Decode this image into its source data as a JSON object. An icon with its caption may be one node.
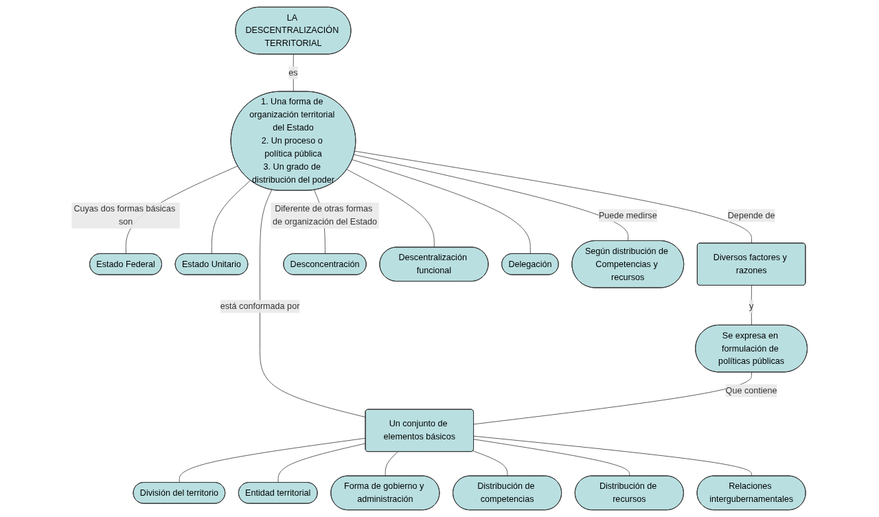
{
  "diagram": {
    "nodes": [
      {
        "text": [
          "LA DESCENTRALIZACIÓN TERRITORIAL"
        ]
      },
      {
        "text": [
          "1. Una forma de organización territorial del Estado",
          "2. Un proceso o política pública",
          "3. Un grado de distribución del poder"
        ]
      },
      {
        "text": [
          "Estado Federal"
        ]
      },
      {
        "text": [
          "Estado Unitario"
        ]
      },
      {
        "text": [
          "Diversos factores y razones"
        ]
      },
      {
        "text": [
          "Desconcentración"
        ]
      },
      {
        "text": [
          "Descentralización funcional"
        ]
      },
      {
        "text": [
          "Delegación"
        ]
      },
      {
        "text": [
          "Según distribución de Competencias y recursos"
        ]
      },
      {
        "text": [
          "Se expresa en formulación de políticas públicas"
        ]
      },
      {
        "text": [
          "Un conjunto de elementos básicos"
        ]
      },
      {
        "text": [
          "División del territorio"
        ]
      },
      {
        "text": [
          "Entidad territorial"
        ]
      },
      {
        "text": [
          "Forma de gobierno y administración"
        ]
      },
      {
        "text": [
          "Distribución de competencias"
        ]
      },
      {
        "text": [
          "Distribución de recursos"
        ]
      },
      {
        "text": [
          "Relaciones intergubernamentales"
        ]
      }
    ],
    "edges": [
      {
        "from": 0,
        "to": 1,
        "arrow": "none",
        "label": "es"
      },
      {
        "from": 1,
        "to": 2,
        "arrow": "none",
        "label": "Cuyas dos formas básicas son"
      },
      {
        "from": 1,
        "to": 3,
        "arrow": "none"
      },
      {
        "from": 1,
        "to": 4,
        "arrow": "none",
        "label": "Depende de"
      },
      {
        "from": 1,
        "to": 5,
        "arrow": "none",
        "label": "Diferente de otras formas de organización del Estado"
      },
      {
        "from": 1,
        "to": 6,
        "arrow": "none"
      },
      {
        "from": 1,
        "to": 7,
        "arrow": "none"
      },
      {
        "from": 1,
        "to": 8,
        "arrow": "none",
        "label": "Puede medirse"
      },
      {
        "from": 1,
        "to": 10,
        "arrow": "none",
        "label": "está conformada por"
      },
      {
        "from": 4,
        "to": 9,
        "arrow": "none",
        "label": "y"
      },
      {
        "from": 9,
        "to": 10,
        "arrow": "none",
        "label": "Que contiene"
      },
      {
        "from": 10,
        "to": 11,
        "arrow": "none"
      },
      {
        "from": 10,
        "to": 12,
        "arrow": "none"
      },
      {
        "from": 10,
        "to": 13,
        "arrow": "none"
      },
      {
        "from": 10,
        "to": 14,
        "arrow": "none"
      },
      {
        "from": 10,
        "to": 15,
        "arrow": "none"
      },
      {
        "from": 10,
        "to": 16,
        "arrow": "none"
      }
    ]
  }
}
